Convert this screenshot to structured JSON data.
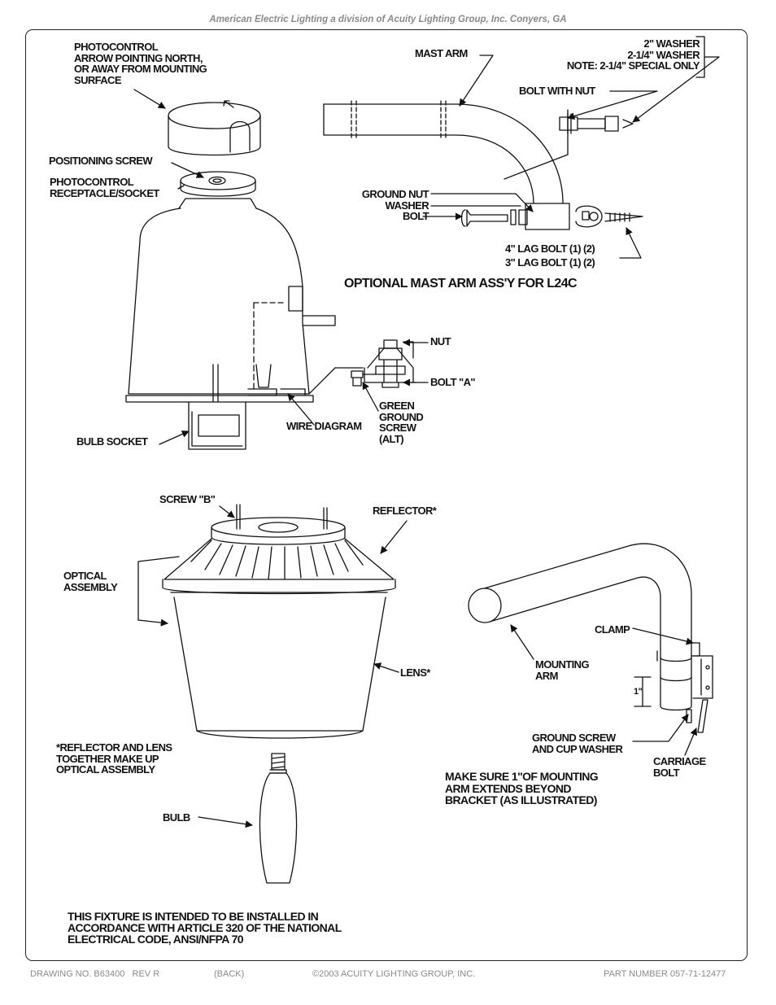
{
  "header": "American Electric Lighting a division of Acuity Lighting Group, Inc. Conyers, GA",
  "labels": {
    "photocontrol_arrow": "PHOTOCONTROL\nARROW POINTING NORTH,\nOR AWAY FROM MOUNTING\nSURFACE",
    "positioning_screw": "POSITIONING SCREW",
    "photocontrol_receptacle": "PHOTOCONTROL\nRECEPTACLE/SOCKET",
    "mast_arm": "MAST ARM",
    "washer_notes": "2\" WASHER\n2-1/4\" WASHER\nNOTE: 2-1/4\" SPECIAL ONLY",
    "bolt_with_nut": "BOLT WITH NUT",
    "ground_nut_washer_bolt": "GROUND NUT\nWASHER\nBOLT",
    "lag_bolts": "4\" LAG BOLT (1) (2)\n3\" LAG BOLT (1) (2)",
    "optional_mast_arm_title": "OPTIONAL MAST ARM ASS'Y FOR L24C",
    "nut": "NUT",
    "bolt_a": "BOLT \"A\"",
    "green_ground_screw": "GREEN\nGROUND\nSCREW\n(ALT)",
    "wire_diagram": "WIRE DIAGRAM",
    "bulb_socket": "BULB SOCKET",
    "screw_b": "SCREW \"B\"",
    "reflector": "REFLECTOR*",
    "optical_assembly": "OPTICAL\nASSEMBLY",
    "lens": "LENS*",
    "reflector_lens_note": "*REFLECTOR AND LENS\nTOGETHER MAKE UP\nOPTICAL ASSEMBLY",
    "bulb": "BULB",
    "clamp": "CLAMP",
    "mounting_arm": "MOUNTING\nARM",
    "dimension_1": "1\"",
    "ground_screw_cup_washer": "GROUND SCREW\nAND CUP WASHER",
    "carriage_bolt": "CARRIAGE\nBOLT",
    "make_sure_note": "MAKE SURE 1\"OF MOUNTING\nARM EXTENDS BEYOND\nBRACKET (AS ILLUSTRATED)",
    "nec_note": "THIS FIXTURE IS INTENDED TO BE INSTALLED IN\nACCORDANCE WITH ARTICLE 320 OF THE NATIONAL\nELECTRICAL CODE, ANSI/NFPA 70"
  },
  "footer": {
    "drawing_no": "DRAWING NO. B63400   REV R",
    "side": "(BACK)",
    "copyright": "©2003 ACUITY LIGHTING GROUP, INC.",
    "part_number": "PART NUMBER 057-71-12477"
  }
}
